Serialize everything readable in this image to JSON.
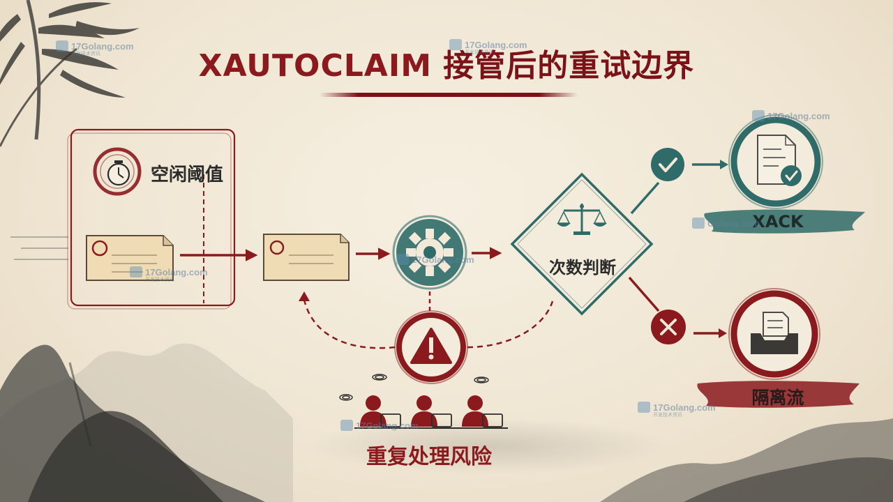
{
  "title": {
    "latin": "XAUTOCLAIM",
    "cn": " 接管后的重试边界"
  },
  "labels": {
    "idle_threshold": "空闲阈值",
    "count_judge": "次数判断",
    "xack": "XACK",
    "dead_letter": "隔离流",
    "duplicate_risk": "重复处理风险"
  },
  "watermarks": [
    {
      "text": "17Golang.com",
      "sub": "开发技术资讯"
    },
    {
      "text": "17Golang.com",
      "sub": "开发技术资讯"
    },
    {
      "text": "17Golang.com",
      "sub": ""
    },
    {
      "text": "17Golang.com",
      "sub": "开发技术资讯"
    },
    {
      "text": "17Golang.com",
      "sub": ""
    },
    {
      "text": "Golang.com",
      "sub": ""
    },
    {
      "text": "17Golang.com",
      "sub": "开发技术资讯"
    },
    {
      "text": "17Golang.com",
      "sub": ""
    }
  ],
  "icons": {
    "clock": "clock-icon",
    "envelope": "envelope-icon",
    "gear": "gear-icon",
    "scale": "scale-icon",
    "check": "check-icon",
    "document": "document-check-icon",
    "cross": "cross-icon",
    "inbox": "inbox-tray-icon",
    "warning": "warning-icon",
    "workers": "worker-icon"
  },
  "colors": {
    "crimson": "#8b1a1f",
    "teal": "#2f6b68",
    "paper": "#f2e9d8",
    "ink": "#2b2b2b"
  }
}
